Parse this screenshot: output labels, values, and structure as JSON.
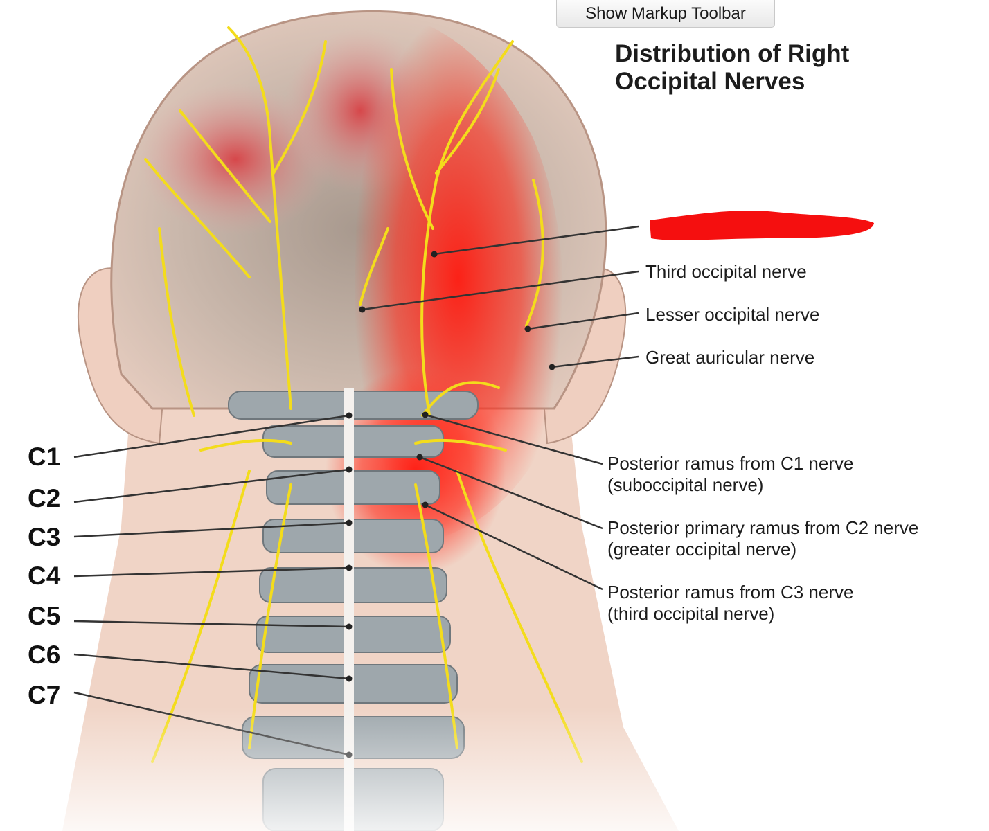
{
  "toolbar": {
    "show_markup_label": "Show Markup Toolbar"
  },
  "diagram": {
    "title_line1": "Distribution of Right",
    "title_line2": "Occipital Nerves",
    "right_labels": {
      "third_occipital": "Third occipital nerve",
      "lesser_occipital": "Lesser occipital nerve",
      "great_auricular": "Great auricular nerve",
      "c1_line1": "Posterior ramus from C1 nerve",
      "c1_line2": "(suboccipital nerve)",
      "c2_line1": "Posterior primary ramus from C2 nerve",
      "c2_line2": "(greater occipital nerve)",
      "c3_line1": "Posterior ramus from C3 nerve",
      "c3_line2": "(third occipital nerve)"
    },
    "vertebrae": [
      "C1",
      "C2",
      "C3",
      "C4",
      "C5",
      "C6",
      "C7"
    ],
    "colors": {
      "nerve": "#f3dc1c",
      "highlight": "#ee1c1c",
      "skin": "#f2d6c8",
      "bone": "#9aa3a8",
      "redaction": "#f50f0f"
    }
  }
}
